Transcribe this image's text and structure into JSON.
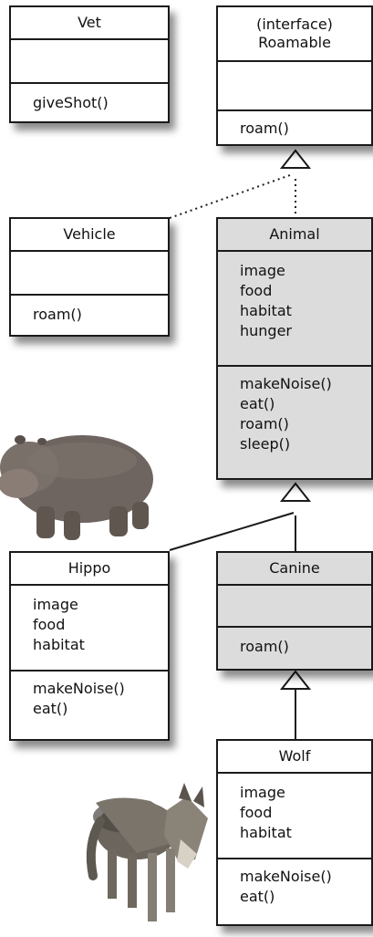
{
  "diagram": {
    "vet": {
      "title": [
        "Vet"
      ],
      "fields": [],
      "methods": [
        "giveShot()"
      ]
    },
    "roamable": {
      "title": [
        "(interface)",
        "Roamable"
      ],
      "fields": [],
      "methods": [
        "roam()"
      ]
    },
    "vehicle": {
      "title": [
        "Vehicle"
      ],
      "fields": [],
      "methods": [
        "roam()"
      ]
    },
    "animal": {
      "title": [
        "Animal"
      ],
      "fields": [
        "image",
        "food",
        "habitat",
        "hunger"
      ],
      "methods": [
        "makeNoise()",
        "eat()",
        "roam()",
        "sleep()"
      ]
    },
    "hippo": {
      "title": [
        "Hippo"
      ],
      "fields": [
        "image",
        "food",
        "habitat"
      ],
      "methods": [
        "makeNoise()",
        "eat()"
      ]
    },
    "canine": {
      "title": [
        "Canine"
      ],
      "fields": [],
      "methods": [
        "roam()"
      ]
    },
    "wolf": {
      "title": [
        "Wolf"
      ],
      "fields": [
        "image",
        "food",
        "habitat"
      ],
      "methods": [
        "makeNoise()",
        "eat()"
      ]
    },
    "relations": [
      {
        "from": "vehicle",
        "to": "roamable",
        "type": "implements"
      },
      {
        "from": "animal",
        "to": "roamable",
        "type": "implements"
      },
      {
        "from": "hippo",
        "to": "animal",
        "type": "extends"
      },
      {
        "from": "canine",
        "to": "animal",
        "type": "extends"
      },
      {
        "from": "wolf",
        "to": "canine",
        "type": "extends"
      }
    ],
    "images": [
      {
        "name": "hippo-image",
        "depicts": "hippopotamus"
      },
      {
        "name": "wolf-image",
        "depicts": "wolf"
      }
    ],
    "colors": {
      "box_fill": "#ffffff",
      "abstract_fill": "#dcdcdc",
      "stroke": "#1a1a1a"
    }
  }
}
